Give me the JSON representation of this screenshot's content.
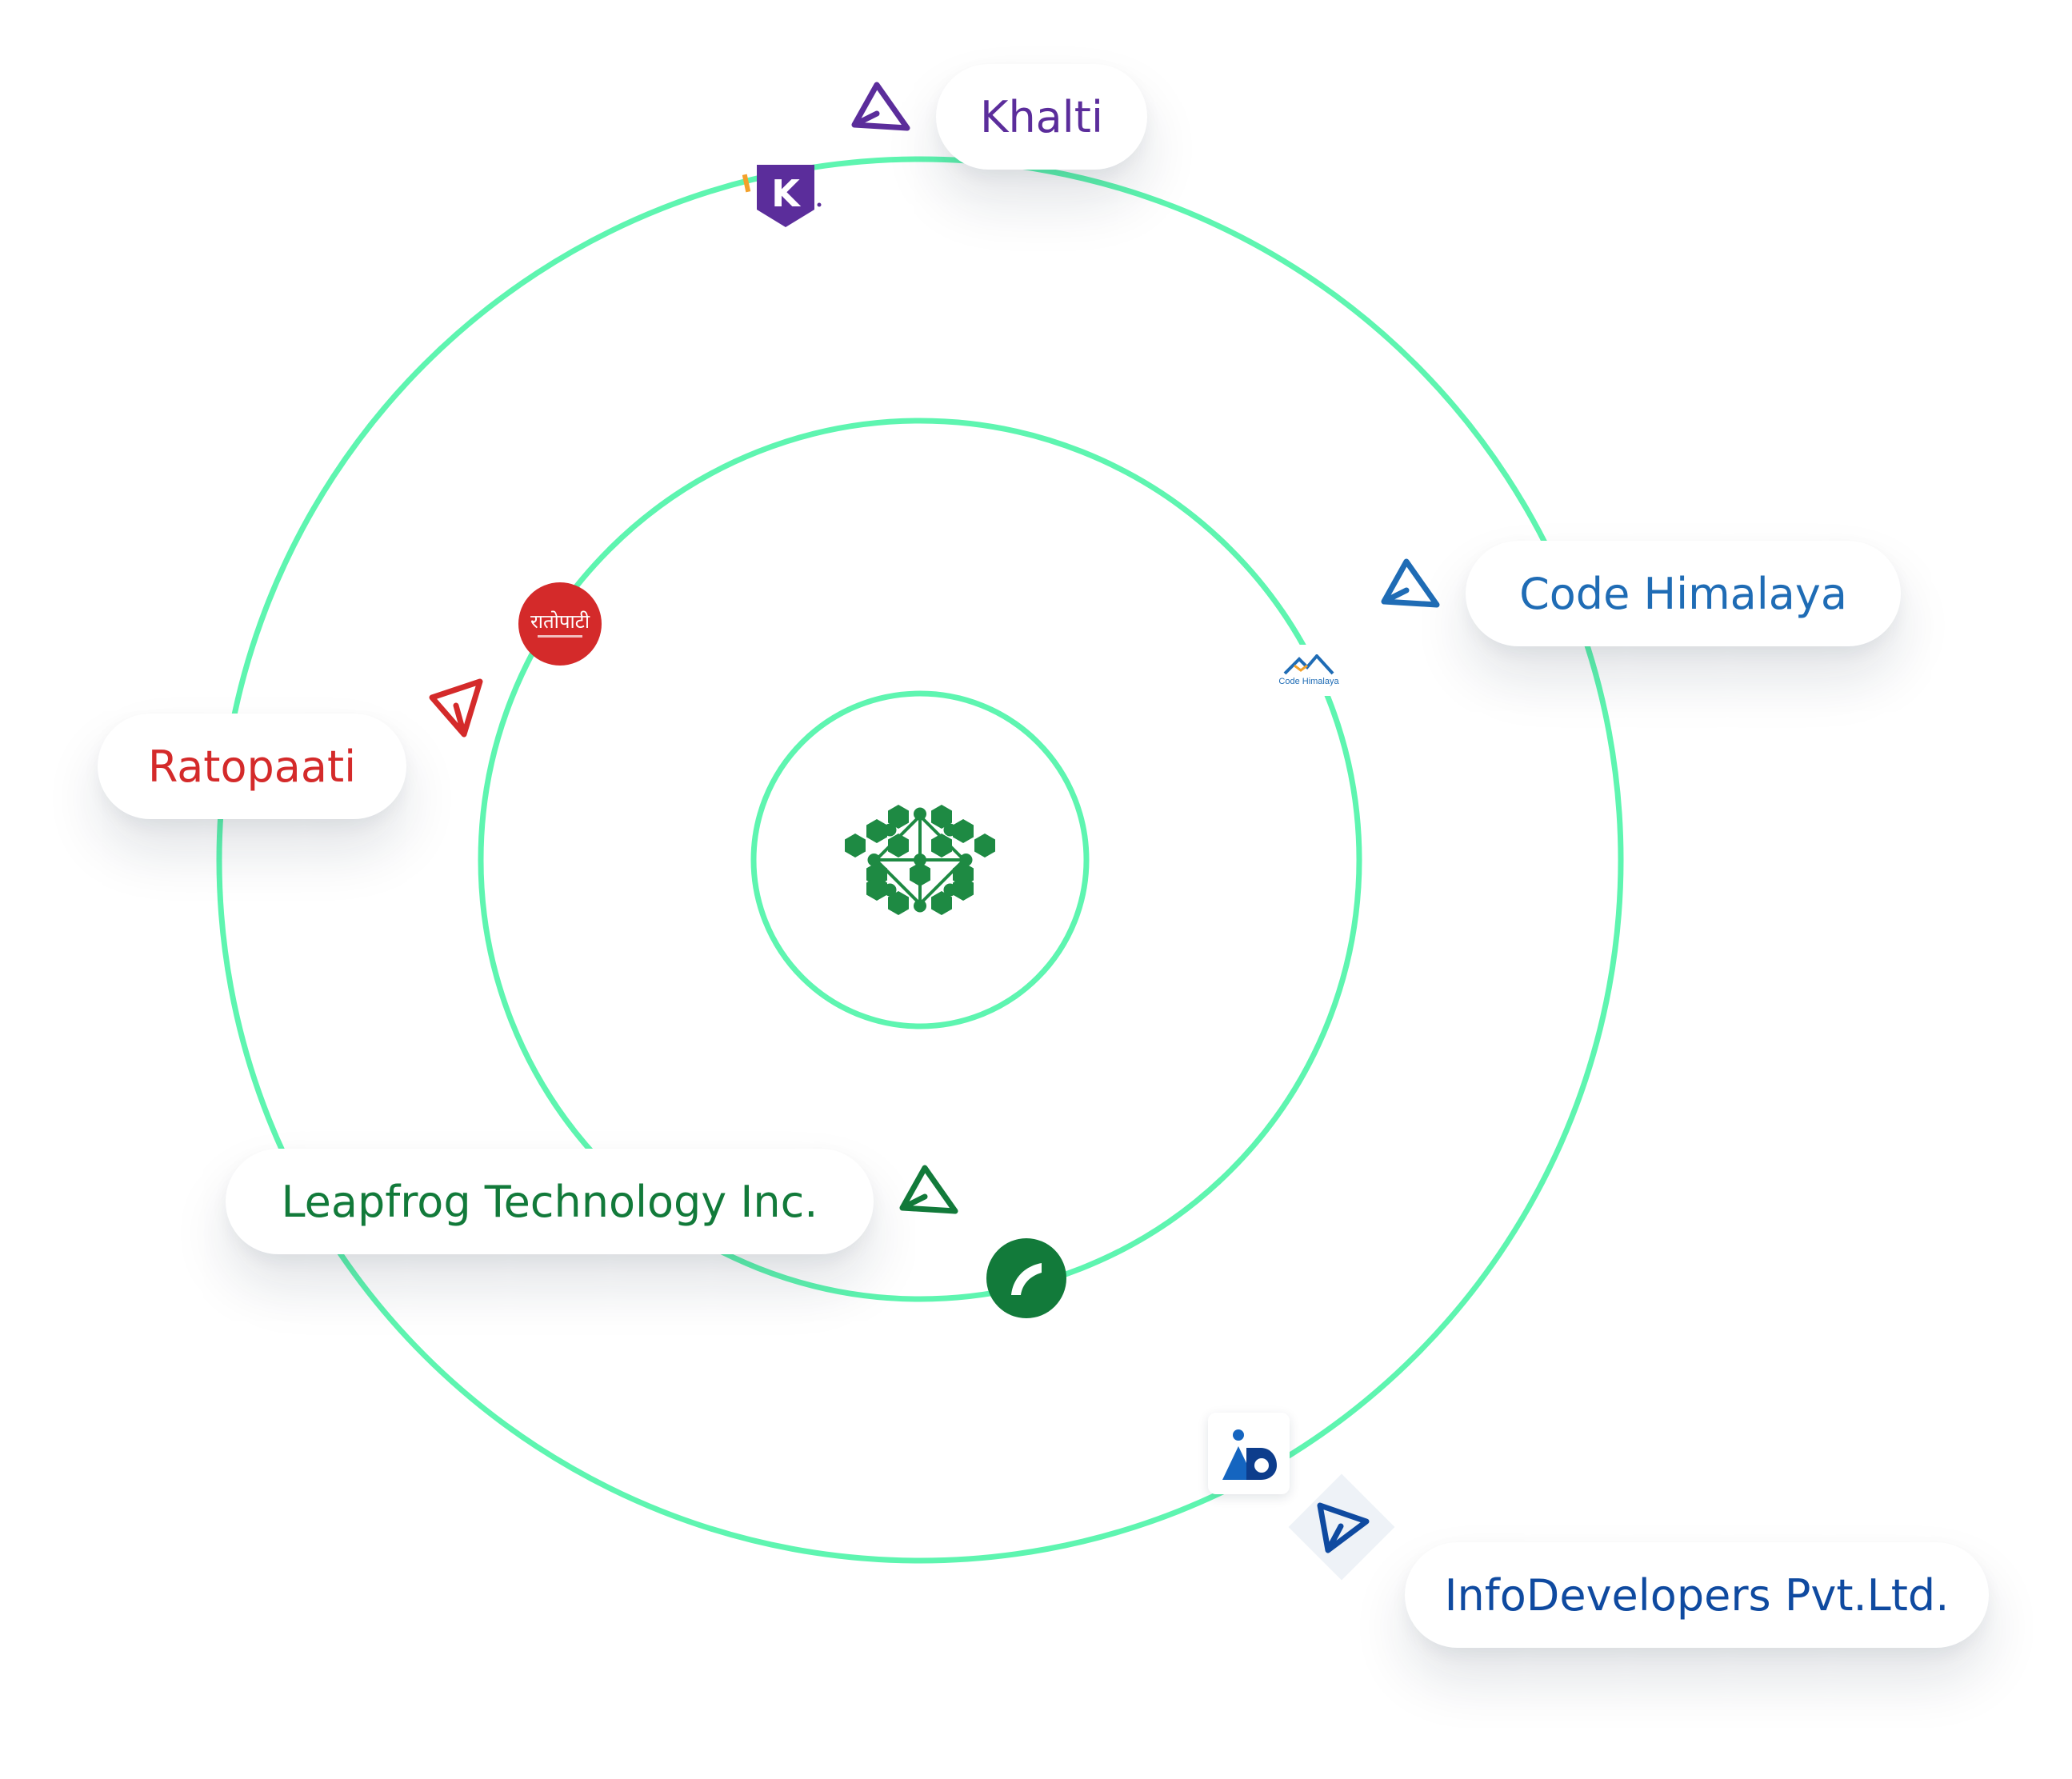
{
  "colors": {
    "orbit": "#5ef5b0",
    "center_logo": "#1e8a43",
    "khalti": "#5b2d9b",
    "code_himalaya": "#1f6cb5",
    "ratopaati": "#d42a2a",
    "leapfrog": "#127a3a",
    "infodevelopers": "#0f4aa0"
  },
  "labels": {
    "khalti": "Khalti",
    "code_himalaya": "Code Himalaya",
    "ratopaati": "Ratopaati",
    "leapfrog": "Leapfrog Technology Inc.",
    "infodevelopers": "InfoDevelopers Pvt.Ltd."
  },
  "logos": {
    "khalti_letter": "K",
    "ratopaati_text": "रातोपाटी",
    "code_himalaya_caption": "Code Himalaya"
  },
  "icons": {
    "pointer": "cursor-arrow-icon",
    "center": "hexagon-network-icon"
  }
}
